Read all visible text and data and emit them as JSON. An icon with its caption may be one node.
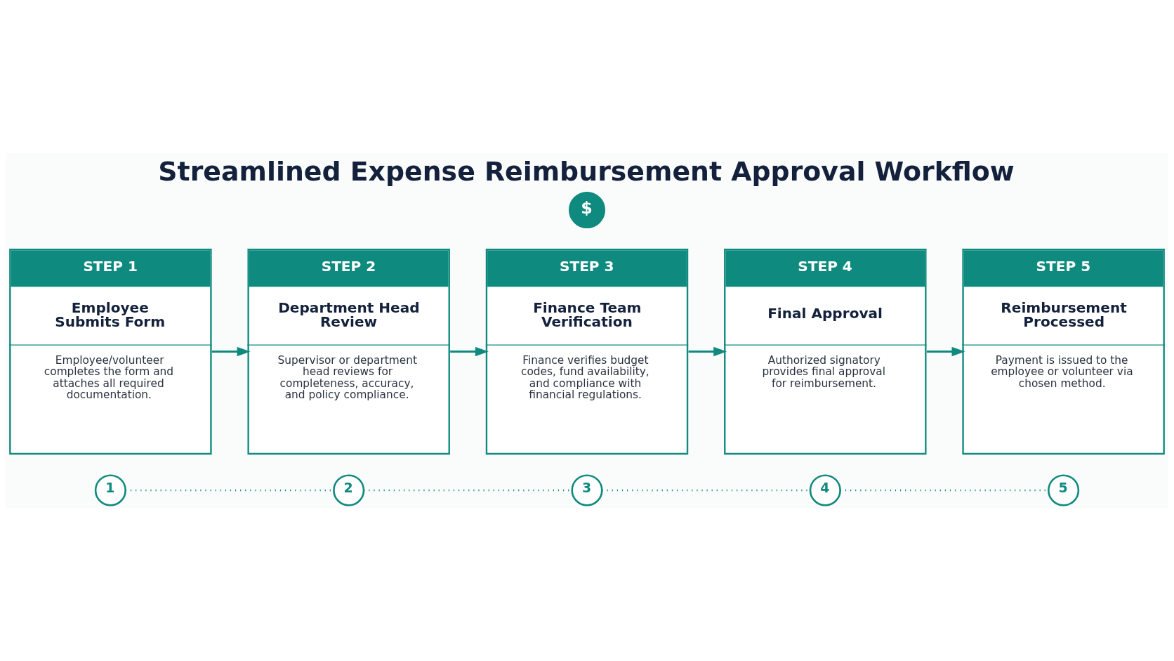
{
  "diagram": {
    "title": "Streamlined Expense Reimbursement Approval Workflow",
    "nodes": [
      {
        "text": [
          "$"
        ]
      },
      {
        "text": [
          "STEP 1",
          "Employee Submits Form",
          "Employee/volunteer completes the form and attaches all required documentation."
        ]
      },
      {
        "text": [
          "STEP 2",
          "Department Head Review",
          "Supervisor or department head reviews for completeness, accuracy, and policy compliance."
        ]
      },
      {
        "text": [
          "STEP 3",
          "Finance Team Verification",
          "Finance verifies budget codes, fund availability, and compliance with financial regulations."
        ]
      },
      {
        "text": [
          "STEP 4",
          "Final Approval",
          "Authorized signatory provides final approval for reimbursement."
        ]
      },
      {
        "text": [
          "STEP 5",
          "Reimbursement Processed",
          "Payment is issued to the employee or volunteer via chosen method."
        ]
      },
      {
        "text": [
          "1"
        ]
      },
      {
        "text": [
          "2"
        ]
      },
      {
        "text": [
          "3"
        ]
      },
      {
        "text": [
          "4"
        ]
      },
      {
        "text": [
          "5"
        ]
      }
    ],
    "edges": [
      {
        "from": 1,
        "to": 2,
        "arrow": "to"
      },
      {
        "from": 2,
        "to": 3,
        "arrow": "to"
      },
      {
        "from": 3,
        "to": 4,
        "arrow": "to"
      },
      {
        "from": 4,
        "to": 5,
        "arrow": "to"
      },
      {
        "from": 6,
        "to": 7,
        "arrow": "none",
        "style": "dashed"
      },
      {
        "from": 7,
        "to": 8,
        "arrow": "none",
        "style": "dashed"
      },
      {
        "from": 8,
        "to": 9,
        "arrow": "none",
        "style": "dashed"
      },
      {
        "from": 9,
        "to": 10,
        "arrow": "none",
        "style": "dashed"
      }
    ]
  }
}
